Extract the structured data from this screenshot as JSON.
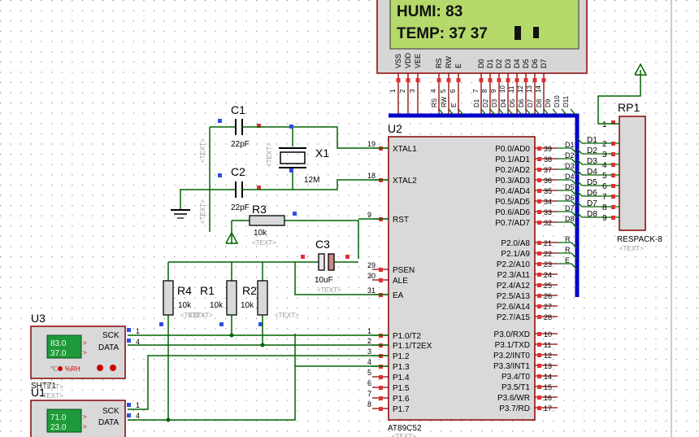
{
  "lcd": {
    "line1": "HUMI: 83",
    "line2": "TEMP: 37 37",
    "pins": [
      "VSS",
      "VDD",
      "VEE",
      "RS",
      "RW",
      "E",
      "D0",
      "D1",
      "D2",
      "D3",
      "D4",
      "D5",
      "D6",
      "D7"
    ],
    "pin_numbers": [
      "1",
      "2",
      "3",
      "4",
      "5",
      "6",
      "7",
      "8",
      "9",
      "10",
      "11",
      "12",
      "13",
      "14"
    ],
    "net_labels": [
      "RS",
      "RW",
      "E",
      "D1",
      "D2",
      "D3",
      "D4",
      "D5",
      "D6",
      "D7",
      "D8",
      "D9",
      "D10",
      "D11"
    ]
  },
  "placeholder": "<TEXT>",
  "mcu": {
    "ref": "U2",
    "part": "AT89C52",
    "left_pins": [
      {
        "num": "19",
        "name": "XTAL1"
      },
      {
        "num": "18",
        "name": "XTAL2"
      },
      {
        "num": "9",
        "name": "RST"
      },
      {
        "num": "29",
        "name": "PSEN"
      },
      {
        "num": "30",
        "name": "ALE"
      },
      {
        "num": "31",
        "name": "EA"
      },
      {
        "num": "1",
        "name": "P1.0/T2"
      },
      {
        "num": "2",
        "name": "P1.1/T2EX"
      },
      {
        "num": "3",
        "name": "P1.2"
      },
      {
        "num": "4",
        "name": "P1.3"
      },
      {
        "num": "5",
        "name": "P1.4"
      },
      {
        "num": "6",
        "name": "P1.5"
      },
      {
        "num": "7",
        "name": "P1.6"
      },
      {
        "num": "8",
        "name": "P1.7"
      }
    ],
    "right_pins": [
      {
        "num": "39",
        "name": "P0.0/AD0",
        "net": "D1"
      },
      {
        "num": "38",
        "name": "P0.1/AD1",
        "net": "D2"
      },
      {
        "num": "37",
        "name": "P0.2/AD2",
        "net": "D3"
      },
      {
        "num": "36",
        "name": "P0.3/AD3",
        "net": "D4"
      },
      {
        "num": "35",
        "name": "P0.4/AD4",
        "net": "D5"
      },
      {
        "num": "34",
        "name": "P0.5/AD5",
        "net": "D6"
      },
      {
        "num": "33",
        "name": "P0.6/AD6",
        "net": "D7"
      },
      {
        "num": "32",
        "name": "P0.7/AD7",
        "net": "D8"
      },
      {
        "num": "21",
        "name": "P2.0/A8",
        "net": "R"
      },
      {
        "num": "22",
        "name": "P2.1/A9",
        "net": "R"
      },
      {
        "num": "23",
        "name": "P2.2/A10",
        "net": "E"
      },
      {
        "num": "24",
        "name": "P2.3/A11",
        "net": ""
      },
      {
        "num": "25",
        "name": "P2.4/A12",
        "net": ""
      },
      {
        "num": "26",
        "name": "P2.5/A13",
        "net": ""
      },
      {
        "num": "27",
        "name": "P2.6/A14",
        "net": ""
      },
      {
        "num": "28",
        "name": "P2.7/A15",
        "net": ""
      },
      {
        "num": "10",
        "name": "P3.0/RXD",
        "net": ""
      },
      {
        "num": "11",
        "name": "P3.1/TXD",
        "net": ""
      },
      {
        "num": "12",
        "name": "P3.2/INT0",
        "net": ""
      },
      {
        "num": "13",
        "name": "P3.3/INT1",
        "net": ""
      },
      {
        "num": "14",
        "name": "P3.4/T0",
        "net": ""
      },
      {
        "num": "15",
        "name": "P3.5/T1",
        "net": ""
      },
      {
        "num": "16",
        "name": "P3.6/WR",
        "net": ""
      },
      {
        "num": "17",
        "name": "P3.7/RD",
        "net": ""
      }
    ]
  },
  "rp1": {
    "ref": "RP1",
    "part": "RESPACK-8",
    "pin1": "1",
    "pins": [
      {
        "net": "D1",
        "num": "2"
      },
      {
        "net": "D2",
        "num": "3"
      },
      {
        "net": "D3",
        "num": "4"
      },
      {
        "net": "D4",
        "num": "5"
      },
      {
        "net": "D5",
        "num": "6"
      },
      {
        "net": "D6",
        "num": "7"
      },
      {
        "net": "D7",
        "num": "8"
      },
      {
        "net": "D8",
        "num": "9"
      }
    ]
  },
  "c1": {
    "ref": "C1",
    "value": "22pF"
  },
  "c2": {
    "ref": "C2",
    "value": "22pF"
  },
  "c3": {
    "ref": "C3",
    "value": "10uF"
  },
  "x1": {
    "ref": "X1",
    "value": "12M"
  },
  "r3": {
    "ref": "R3",
    "value": "10k"
  },
  "r4": {
    "ref": "R4",
    "value": "10k"
  },
  "r1": {
    "ref": "R1",
    "value": "10k"
  },
  "r2": {
    "ref": "R2",
    "value": "10k"
  },
  "u3": {
    "ref": "U3",
    "part": "SHT71",
    "readout1": "83.0",
    "readout2": "37.0",
    "unit1": "℃",
    "unit2": "%RH",
    "sck": "SCK",
    "data": "DATA",
    "pin_sck": "1",
    "pin_data": "4"
  },
  "u1": {
    "ref": "U1",
    "readout1": "71.0",
    "readout2": "23.0",
    "sck": "SCK",
    "data": "DATA",
    "pin_sck": "1",
    "pin_data": "4"
  },
  "colors": {
    "wire": "#006400",
    "bus": "#0000cc",
    "part": "#8b0000",
    "body": "#d9d9d9",
    "lcd": "#b5d96b",
    "pin": "#e03030",
    "blue_pin": "#3050e0"
  }
}
